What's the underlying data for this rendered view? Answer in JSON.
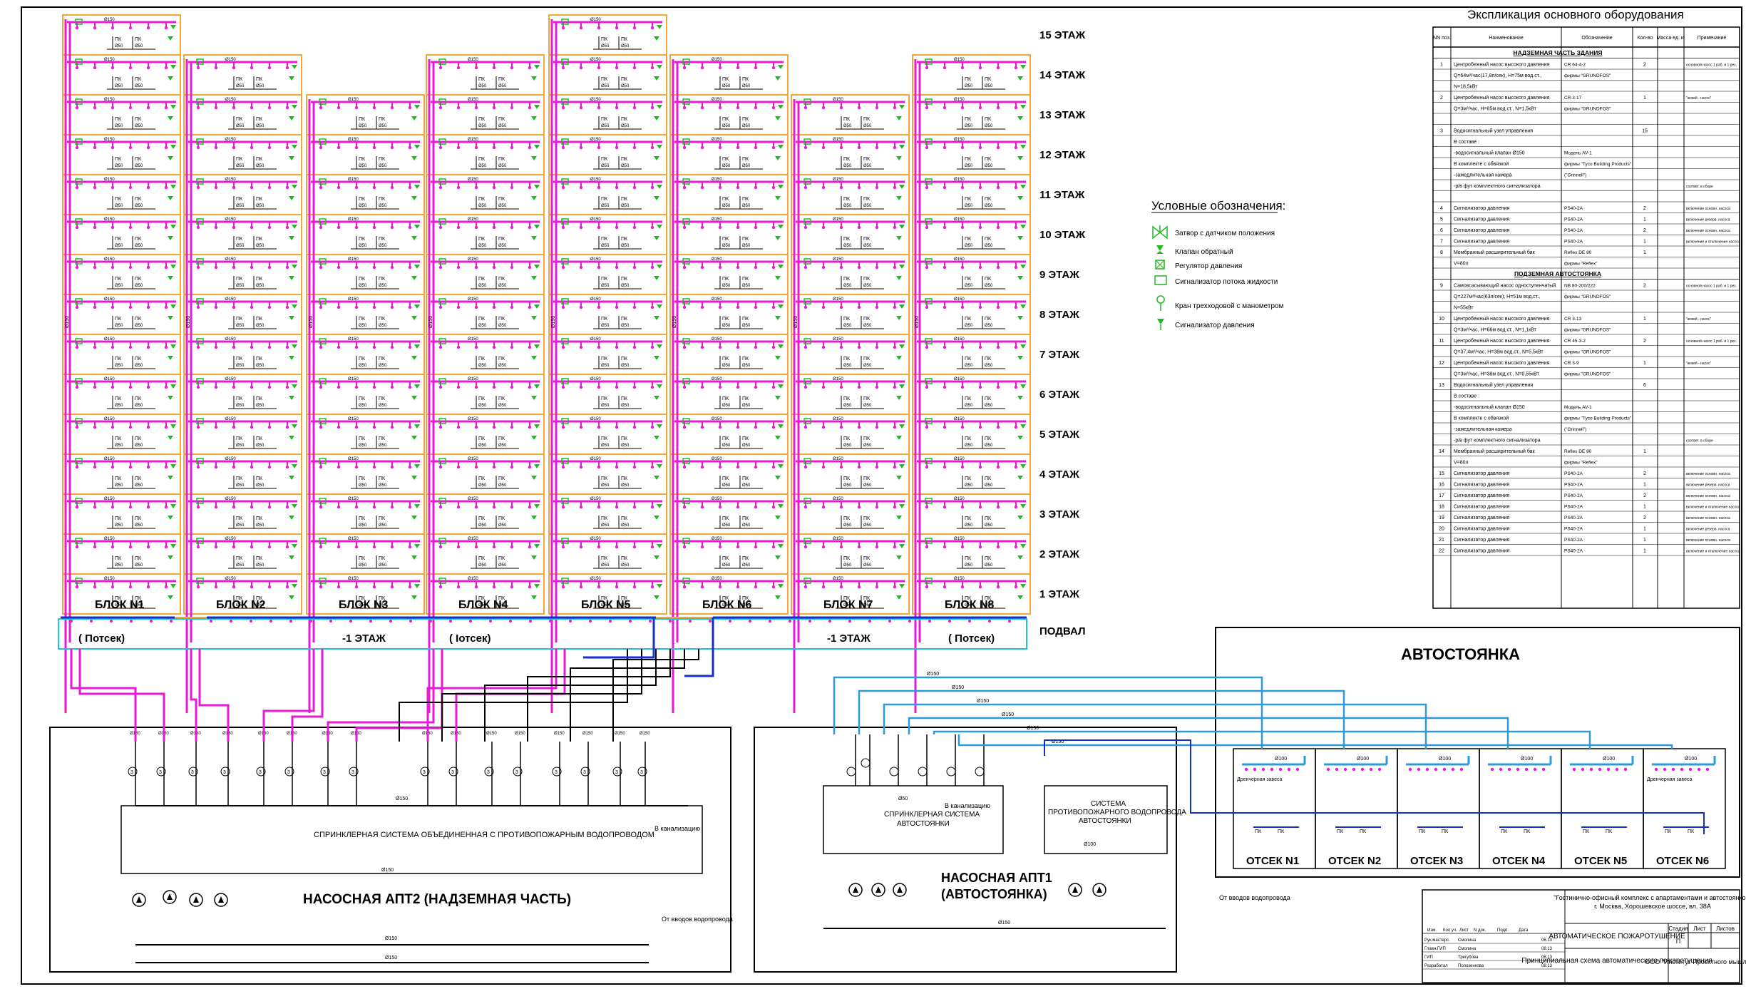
{
  "floors": [
    "15 ЭТАЖ",
    "14 ЭТАЖ",
    "13 ЭТАЖ",
    "12 ЭТАЖ",
    "11 ЭТАЖ",
    "10 ЭТАЖ",
    "9 ЭТАЖ",
    "8 ЭТАЖ",
    "7 ЭТАЖ",
    "6 ЭТАЖ",
    "5 ЭТАЖ",
    "4 ЭТАЖ",
    "3 ЭТАЖ",
    "2 ЭТАЖ",
    "1 ЭТАЖ"
  ],
  "basement_label": "ПОДВАЛ",
  "blocks": [
    {
      "label": "БЛОК N1",
      "top_floor": 15
    },
    {
      "label": "БЛОК N2",
      "top_floor": 14
    },
    {
      "label": "БЛОК N3",
      "top_floor": 13
    },
    {
      "label": "БЛОК N4",
      "top_floor": 14
    },
    {
      "label": "БЛОК N5",
      "top_floor": 15
    },
    {
      "label": "БЛОК N6",
      "top_floor": 14
    },
    {
      "label": "БЛОК N7",
      "top_floor": 13
    },
    {
      "label": "БЛОК N8",
      "top_floor": 14
    }
  ],
  "basement_zones": [
    "( Потсек)",
    "-1 ЭТАЖ",
    "( Iотсек)",
    "-1 ЭТАЖ",
    "( Потсек)"
  ],
  "pipe_labels": {
    "d150": "Ø150",
    "d100": "Ø100",
    "d50": "Ø50",
    "pk": "ПК",
    "pk_sub": "Ø50"
  },
  "legend": {
    "title": "Условные обозначения:",
    "items": [
      {
        "icon": "gate-valve-sensor-icon",
        "label": "Затвор с датчиком положения"
      },
      {
        "icon": "check-valve-icon",
        "label": "Клапан обратный"
      },
      {
        "icon": "pressure-regulator-icon",
        "label": "Регулятор давления"
      },
      {
        "icon": "flow-switch-icon",
        "label": "Сигнализатор потока жидкости"
      },
      {
        "icon": "three-way-valve-icon",
        "label": "Кран трехходовой с манометром"
      },
      {
        "icon": "pressure-switch-icon",
        "label": "Сигнализатор давления"
      }
    ]
  },
  "explication": {
    "title": "Экспликация основного оборудования",
    "headers": [
      "NN поз.",
      "Наименование",
      "Обозначение",
      "Кол-во",
      "Масса ед. кг",
      "Примечание"
    ],
    "section1": "НАДЗЕМНАЯ ЧАСТЬ ЗДАНИЯ",
    "section2": "ПОДЗЕМНАЯ АВТОСТОЯНКА",
    "rows1": [
      {
        "n": "1",
        "name": "Центробежный насос высокого давления",
        "des": "CR 64-4-2",
        "qty": "2",
        "note": "основной насос 1 раб. и 1 рез."
      },
      {
        "n": "",
        "name": "Q=64м³/час(17,8л/сек), Н=75м вод.ст.,",
        "des": "фирмы \"GRUNDFOS\"",
        "qty": "",
        "note": ""
      },
      {
        "n": "",
        "name": "N=18,5кВт",
        "des": "",
        "qty": "",
        "note": ""
      },
      {
        "n": "2",
        "name": "Центробежный насос высокого давления",
        "des": "CR 3-17",
        "qty": "1",
        "note": "\"жокей - насос\""
      },
      {
        "n": "",
        "name": "Q=3м³/час, Н=85м вод.ст., N=1,5кВт",
        "des": "фирмы \"GRUNDFOS\"",
        "qty": "",
        "note": ""
      },
      {
        "n": "",
        "name": "",
        "des": "",
        "qty": "",
        "note": ""
      },
      {
        "n": "3",
        "name": "Водосигнальный узел управления",
        "des": "",
        "qty": "15",
        "note": ""
      },
      {
        "n": "",
        "name": "В составе :",
        "des": "",
        "qty": "",
        "note": ""
      },
      {
        "n": "",
        "name": "-водосигнальный клапан Ø150",
        "des": "Модель AV-1",
        "qty": "",
        "note": ""
      },
      {
        "n": "",
        "name": "В комплекте с обвязкой",
        "des": "фирмы \"Tyco Building Products\"",
        "qty": "",
        "note": ""
      },
      {
        "n": "",
        "name": "-замедлительная камера",
        "des": "(\"Grinnell\")",
        "qty": "",
        "note": ""
      },
      {
        "n": "",
        "name": "-р/в фут комплектного сигнализатора",
        "des": "",
        "qty": "",
        "note": "соответ. в сборе"
      },
      {
        "n": "",
        "name": "",
        "des": "",
        "qty": "",
        "note": ""
      },
      {
        "n": "4",
        "name": "Сигнализатор давления",
        "des": "PS40-2A",
        "qty": "2",
        "note": "включение основн. насоса"
      },
      {
        "n": "5",
        "name": "Сигнализатор давления",
        "des": "PS40-2A",
        "qty": "1",
        "note": "включение резерв. насоса"
      },
      {
        "n": "6",
        "name": "Сигнализатор давления",
        "des": "PS40-2A",
        "qty": "2",
        "note": "включение основн. насоса"
      },
      {
        "n": "7",
        "name": "Сигнализатор давления",
        "des": "PS40-2A",
        "qty": "1",
        "note": "включение и отключение насоса"
      },
      {
        "n": "8",
        "name": "Мембранный расширительный бак",
        "des": "Reflex DE 80",
        "qty": "1",
        "note": ""
      },
      {
        "n": "",
        "name": "V=80л",
        "des": "фирмы \"Reflex\"",
        "qty": "",
        "note": ""
      }
    ],
    "rows2": [
      {
        "n": "9",
        "name": "Самовсасывающий насос одноступенчатый",
        "des": "NB 80-200/222",
        "qty": "2",
        "note": "основной насос 1 раб. и 1 рез."
      },
      {
        "n": "",
        "name": "Q=227м³/час(63л/сек), Н=51м вод.ст.,",
        "des": "фирмы \"GRUNDFOS\"",
        "qty": "",
        "note": ""
      },
      {
        "n": "",
        "name": "N=55кВт",
        "des": "",
        "qty": "",
        "note": ""
      },
      {
        "n": "10",
        "name": "Центробежный насос высокого давления",
        "des": "CR 3-13",
        "qty": "1",
        "note": "\"жокей - насос\""
      },
      {
        "n": "",
        "name": "Q=3м³/час, Н=66м вод.ст., N=1,1кВт",
        "des": "фирмы \"GRUNDFOS\"",
        "qty": "",
        "note": ""
      },
      {
        "n": "11",
        "name": "Центробежный насос высокого давления",
        "des": "CR 45-3-2",
        "qty": "2",
        "note": "основной насос 1 раб. и 1 рез."
      },
      {
        "n": "",
        "name": "Q=37,4м³/час, Н=38м вод.ст., N=5,5кВт",
        "des": "фирмы \"GRUNDFOS\"",
        "qty": "",
        "note": ""
      },
      {
        "n": "12",
        "name": "Центробежный насос высокого давления",
        "des": "CR 3-9",
        "qty": "1",
        "note": "\"жокей - насос\""
      },
      {
        "n": "",
        "name": "Q=3м³/час, Н=38м вод.ст., N=0,55кВт",
        "des": "фирмы \"GRUNDFOS\"",
        "qty": "",
        "note": ""
      },
      {
        "n": "13",
        "name": "Водосигнальный узел управления",
        "des": "",
        "qty": "6",
        "note": ""
      },
      {
        "n": "",
        "name": "В составе :",
        "des": "",
        "qty": "",
        "note": ""
      },
      {
        "n": "",
        "name": "-водосигнальный клапан Ø150",
        "des": "Модель AV-1",
        "qty": "",
        "note": ""
      },
      {
        "n": "",
        "name": "В комплекте с обвязкой",
        "des": "фирмы \"Tyco Building Products\"",
        "qty": "",
        "note": ""
      },
      {
        "n": "",
        "name": "-замедлительная камера",
        "des": "(\"Grinnell\")",
        "qty": "",
        "note": ""
      },
      {
        "n": "",
        "name": "-р/в фут комплектного сигнализатора",
        "des": "",
        "qty": "",
        "note": "соответ. в сборе"
      },
      {
        "n": "14",
        "name": "Мембранный расширительный бак",
        "des": "Reflex DE 80",
        "qty": "1",
        "note": ""
      },
      {
        "n": "",
        "name": "V=80л",
        "des": "фирмы \"Reflex\"",
        "qty": "",
        "note": ""
      },
      {
        "n": "15",
        "name": "Сигнализатор давления",
        "des": "PS40-2A",
        "qty": "2",
        "note": "включение основн. насоса"
      },
      {
        "n": "16",
        "name": "Сигнализатор давления",
        "des": "PS40-2A",
        "qty": "1",
        "note": "включение резерв. насоса"
      },
      {
        "n": "17",
        "name": "Сигнализатор давления",
        "des": "PS40-2A",
        "qty": "2",
        "note": "включение основн. насоса"
      },
      {
        "n": "18",
        "name": "Сигнализатор давления",
        "des": "PS40-2A",
        "qty": "1",
        "note": "включение и отключение насоса"
      },
      {
        "n": "19",
        "name": "Сигнализатор давления",
        "des": "PS40-2A",
        "qty": "2",
        "note": "включение основн. насоса"
      },
      {
        "n": "20",
        "name": "Сигнализатор давления",
        "des": "PS40-2A",
        "qty": "1",
        "note": "включение резерв. насоса"
      },
      {
        "n": "21",
        "name": "Сигнализатор давления",
        "des": "PS40-2A",
        "qty": "1",
        "note": "включение основн. насоса"
      },
      {
        "n": "22",
        "name": "Сигнализатор давления",
        "des": "PS40-2A",
        "qty": "1",
        "note": "включение и отключение насоса"
      }
    ]
  },
  "parking": {
    "title": "АВТОСТОЯНКА",
    "compartments": [
      "ОТСЕК N1",
      "ОТСЕК N2",
      "ОТСЕК N3",
      "ОТСЕК N4",
      "ОТСЕК N5",
      "ОТСЕК N6"
    ],
    "drencher": "Дренчерная завеса"
  },
  "pump_apt2": {
    "title": "НАСОСНАЯ АПТ2 (НАДЗЕМНАЯ ЧАСТЬ)",
    "system": "СПРИНКЛЕРНАЯ СИСТЕМА ОБЪЕДИНЕННАЯ С ПРОТИВОПОЖАРНЫМ ВОДОПРОВОДОМ",
    "to_sewer": "В канализацию",
    "from_inlet": "От вводов водопровода"
  },
  "pump_apt1": {
    "title1": "НАСОСНАЯ АПТ1",
    "title2": "(АВТОСТОЯНКА)",
    "system1": [
      "СПРИНКЛЕРНАЯ СИСТЕМА",
      "АВТОСТОЯНКИ"
    ],
    "system2": [
      "СИСТЕМА",
      "ПРОТИВОПОЖАРНОГО ВОДОПРОВОДА",
      "АВТОСТОЯНКИ"
    ],
    "to_sewer": "В канализацию",
    "from_inlet": "От вводов водопровода"
  },
  "title_block": {
    "project": "\"Гостинично-офисный комплекс с апартаментами и автостоянкой\"",
    "address": "г. Москва, Хорошевское шоссе, вл. 38А",
    "section": "АВТОМАТИЧЕСКОЕ ПОЖАРОТУШЕНИЕ",
    "drawing": "Принципиальная схема автоматического пожаротушения",
    "org": "ООО \"Институт Проектного мышления\"",
    "stage_h": "Стадия",
    "sheet_h": "Лист",
    "sheets_h": "Листов",
    "stage": "П",
    "head": [
      "Изм.",
      "Кол.уч.",
      "Лист",
      "N док.",
      "Подп.",
      "Дата"
    ],
    "people": [
      {
        "role": "Рук.мастерс.",
        "name": "Смолина",
        "date": "08.13"
      },
      {
        "role": "Главн.ГИП",
        "name": "Смолина",
        "date": "08.13"
      },
      {
        "role": "ГИП",
        "name": "Трегубова",
        "date": "08.13"
      },
      {
        "role": "Разработал",
        "name": "Полозенкова",
        "date": "08.13"
      }
    ]
  },
  "colors": {
    "sprinkler": "#e81ad4",
    "grid": "#f2a733",
    "basement": "#1ec6d6",
    "feed": "#1530c8",
    "parking": "#2e9ad6",
    "green": "#22b822",
    "black": "#000000"
  }
}
